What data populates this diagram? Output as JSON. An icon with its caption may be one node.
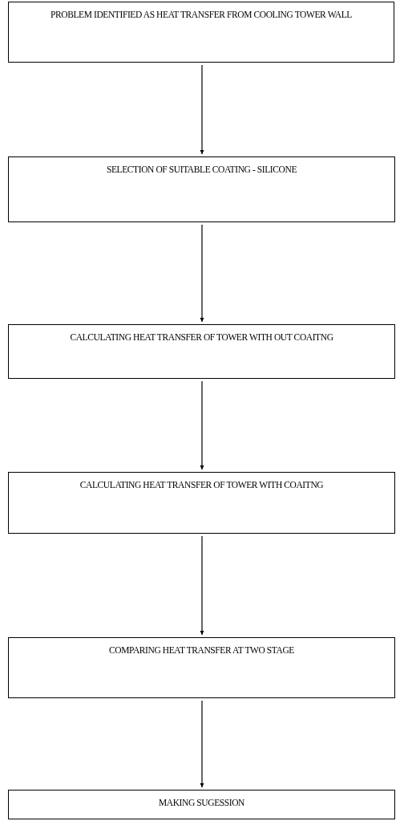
{
  "diagram": {
    "nodes": [
      {
        "text": [
          "PROBLEM IDENTIFIED AS HEAT TRANSFER FROM COOLING TOWER WALL"
        ]
      },
      {
        "text": [
          "SELECTION OF SUITABLE COATING - SILICONE"
        ]
      },
      {
        "text": [
          "CALCULATING HEAT TRANSFER OF TOWER WITH OUT COAITNG"
        ]
      },
      {
        "text": [
          "CALCULATING HEAT TRANSFER OF TOWER WITH COAITNG"
        ]
      },
      {
        "text": [
          "COMPARING HEAT TRANSFER AT TWO STAGE"
        ]
      },
      {
        "text": [
          "MAKING SUGESSION"
        ]
      }
    ],
    "edges": [
      {
        "from": 0,
        "to": 1,
        "arrow": "to"
      },
      {
        "from": 1,
        "to": 2,
        "arrow": "to"
      },
      {
        "from": 2,
        "to": 3,
        "arrow": "to"
      },
      {
        "from": 3,
        "to": 4,
        "arrow": "to"
      },
      {
        "from": 4,
        "to": 5,
        "arrow": "to"
      }
    ]
  }
}
